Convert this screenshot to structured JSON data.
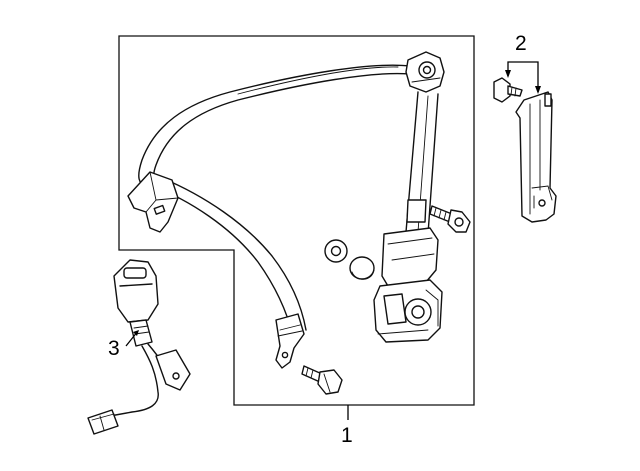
{
  "callouts": {
    "c1": "1",
    "c2": "2",
    "c3": "3"
  },
  "icons": {
    "assembly_frame": "part-group-outline",
    "retractor": "seat-belt-retractor-icon",
    "webbing": "seat-belt-webbing-icon",
    "buckle": "seat-belt-buckle-icon",
    "height_adjuster": "height-adjuster-icon",
    "bolts": "bolt-icon"
  },
  "colors": {
    "line": "#111111",
    "background": "#ffffff"
  }
}
